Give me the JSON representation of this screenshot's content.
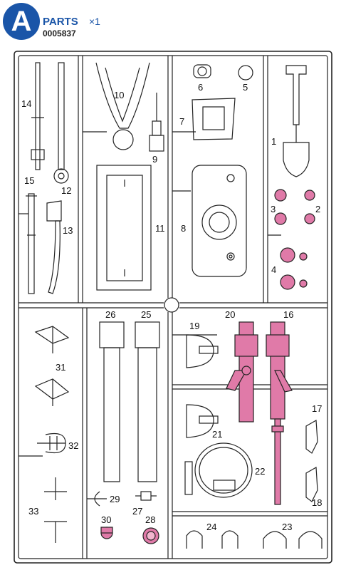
{
  "header": {
    "badge_letter": "A",
    "title": "PARTS",
    "quantity": "×1",
    "part_code": "0005837"
  },
  "colors": {
    "badge": "#1a55a8",
    "highlight_part": "#e07aa8",
    "line": "#222222"
  },
  "part_labels": {
    "p1": "1",
    "p2": "2",
    "p3": "3",
    "p4": "4",
    "p5": "5",
    "p6": "6",
    "p7": "7",
    "p8": "8",
    "p9": "9",
    "p10": "10",
    "p11": "11",
    "p12": "12",
    "p13": "13",
    "p14": "14",
    "p15": "15",
    "p16": "16",
    "p17": "17",
    "p19": "19",
    "p20": "20",
    "p21": "21",
    "p22": "22",
    "p23": "23",
    "p24": "24",
    "p25": "25",
    "p26": "26",
    "p27": "27",
    "p28": "28",
    "p29": "29",
    "p30": "30",
    "p31": "31",
    "p32": "32",
    "p33": "33",
    "p18": "18"
  }
}
